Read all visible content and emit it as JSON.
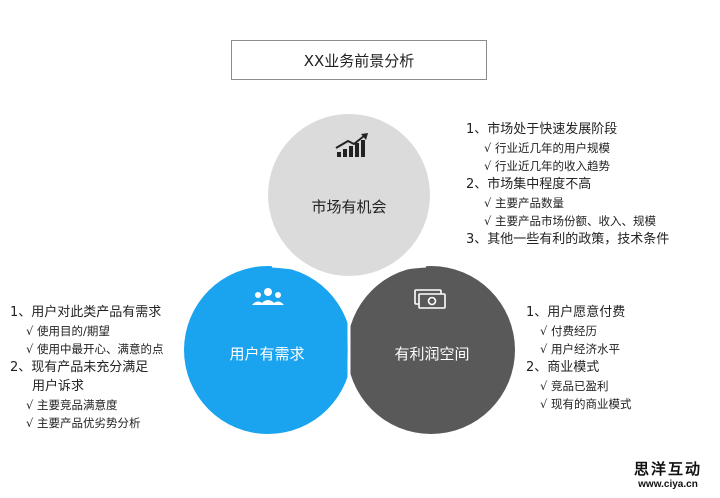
{
  "title": "XX业务前景分析",
  "colors": {
    "top": "#dbdbdb",
    "left": "#1aa3ee",
    "right": "#595959"
  },
  "circles": {
    "top": {
      "label": "市场有机会",
      "icon": "bar-chart-trend-icon"
    },
    "left": {
      "label": "用户有需求",
      "icon": "user-group-icon"
    },
    "right": {
      "label": "有利润空间",
      "icon": "money-bill-icon"
    }
  },
  "top_list": {
    "h1": "1、市场处于快速发展阶段",
    "s1": "√ 行业近几年的用户规模",
    "s2": "√ 行业近几年的收入趋势",
    "h2": "2、市场集中程度不高",
    "s3": "√ 主要产品数量",
    "s4": "√  主要产品市场份额、收入、规模",
    "h3": "3、其他一些有利的政策，技术条件"
  },
  "left_list": {
    "h1": "1、用户对此类产品有需求",
    "s1": "√ 使用目的/期望",
    "s2": "√ 使用中最开心、满意的点",
    "h2a": "2、现有产品未充分满足",
    "h2b": "用户诉求",
    "s3": "√ 主要竞品满意度",
    "s4": "√ 主要产品优劣势分析"
  },
  "right_list": {
    "h1": "1、用户愿意付费",
    "s1": "√ 付费经历",
    "s2": "√ 用户经济水平",
    "h2": "2、商业模式",
    "s3": "√ 竞品已盈利",
    "s4": "√  现有的商业模式"
  },
  "watermark": {
    "brand": "思洋互动",
    "url": "www.ciya.cn"
  }
}
